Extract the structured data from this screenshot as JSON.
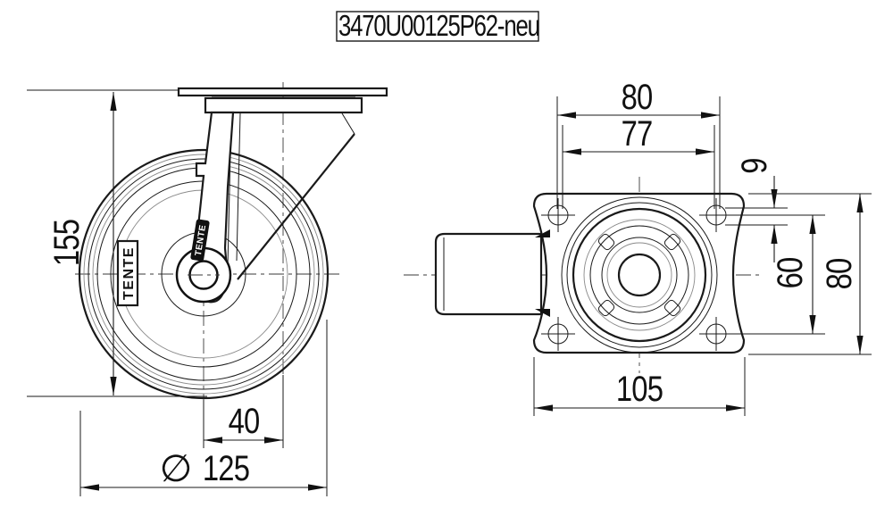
{
  "title": {
    "part_number": "3470U00125P62-neu"
  },
  "brand": {
    "wheel_logo": "TENTE",
    "fork_logo": "TENTE"
  },
  "side_view": {
    "overall_height": "155",
    "swivel_offset": "40",
    "wheel_diameter_symbol": "∅",
    "wheel_diameter": "125"
  },
  "top_view": {
    "bolt_spacing_width_outer": "80",
    "bolt_spacing_width_inner": "77",
    "bolt_hole_diameter": "9",
    "bolt_spacing_height": "60",
    "plate_height": "80",
    "plate_width": "105"
  },
  "colors": {
    "line": "#1a1a1a",
    "background": "#ffffff"
  }
}
